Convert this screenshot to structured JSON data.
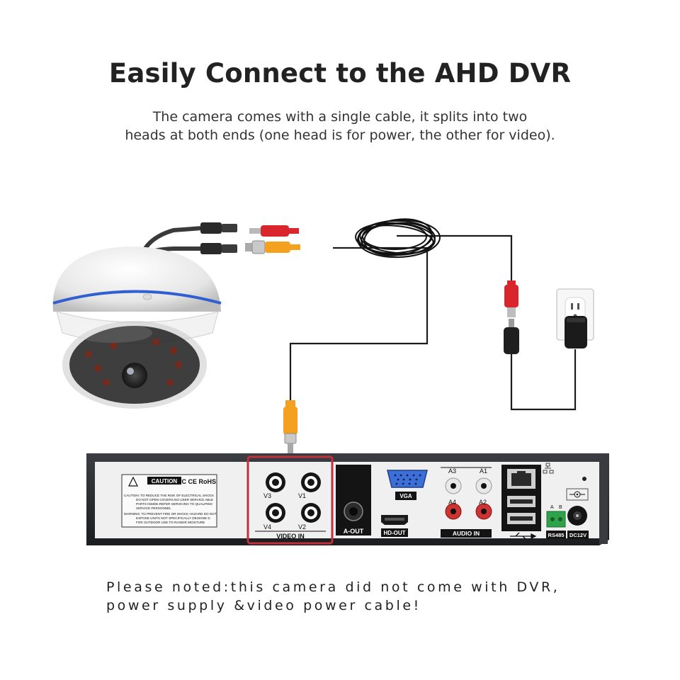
{
  "header": {
    "title": "Easily Connect to the AHD DVR",
    "subtitle_line1": "The camera comes with a single cable, it splits into two",
    "subtitle_line2": "heads at both ends (one head is for power, the other for video)."
  },
  "dvr_panel": {
    "caution_title": "CAUTION",
    "caution_marks": "FC CE RoHS",
    "caution_text": [
      "CAUTION: TO REDUCE THE RISK OF ELECTRICAL SHOCK",
      "DO NOT OPEN COVERS.NO USER SERVICE ABLE",
      "PARTS INSIDE.REFER SERVICING TO QUALIFIED",
      "SERVICE PERSONNEL",
      "WARNING: TO PREVENT FIRE OR SHOCK HAZARD DO NOT",
      "EXPOSE UNITS NOT SPECIFICALLY DESIGNE D",
      "FOR OUTDOOR USE TO RAINOR MOISTURE"
    ],
    "video_ports": [
      "V3",
      "V1",
      "V4",
      "V2"
    ],
    "video_in_label": "VIDEO IN",
    "audio_out_label": "A-OUT",
    "vga_label": "VGA",
    "hdmi_label": "HD-OUT",
    "audio_ports": [
      "A3",
      "A1",
      "A4",
      "A2"
    ],
    "audio_in_label": "AUDIO IN",
    "rs485_label": "RS485",
    "rs485_pins": [
      "A",
      "B"
    ],
    "dc_label": "DC12V",
    "highlight_color": "#c0313b"
  },
  "footer": {
    "note_line1": "Please noted:this camera did not come with DVR,",
    "note_line2": "power supply &video power cable!"
  },
  "colors": {
    "dvr_body": "#2a2c30",
    "panel_face": "#f0f0f0",
    "bnc_yellow": "#f3a11e",
    "dc_red": "#d8262c",
    "camera_blue_band": "#2f5fd0"
  }
}
